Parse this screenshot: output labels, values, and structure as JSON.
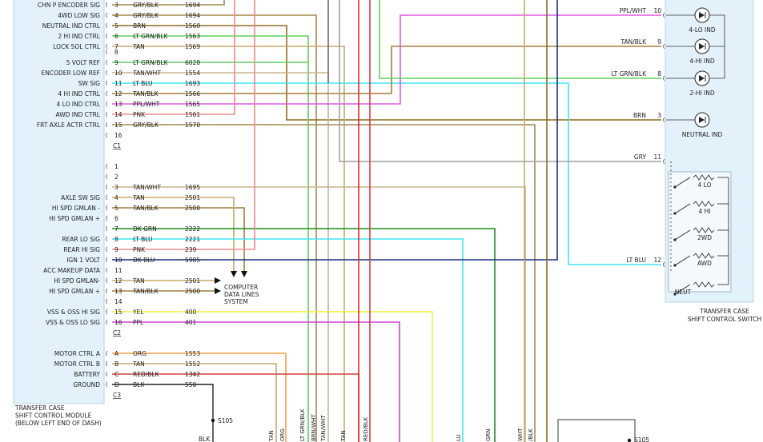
{
  "module": {
    "title_lines": [
      "TRANSFER CASE",
      "SHIFT CONTROL MODULE",
      "(BELOW LEFT END OF DASH)"
    ],
    "connectors": [
      "C1",
      "C2",
      "C3"
    ],
    "pins": [
      {
        "label": "CHN P ENCODER SIG",
        "pin": "3",
        "color": "GRY/BLK",
        "circuit": "1694"
      },
      {
        "label": "4WD LOW SIG",
        "pin": "4",
        "color": "GRY/BLK",
        "circuit": "1694"
      },
      {
        "label": "NEUTRAL IND CTRL",
        "pin": "5",
        "color": "BRN",
        "circuit": "1560"
      },
      {
        "label": "2 HI IND CTRL",
        "pin": "6",
        "color": "LT GRN/BLK",
        "circuit": "1563"
      },
      {
        "label": "LOCK SOL CTRL",
        "pin": "7",
        "color": "TAN",
        "circuit": "1569"
      },
      {
        "label": "",
        "pin": "8",
        "color": "",
        "circuit": ""
      },
      {
        "label": "5 VOLT REF",
        "pin": "9",
        "color": "LT GRN/BLK",
        "circuit": "6028"
      },
      {
        "label": "ENCODER LOW REF",
        "pin": "10",
        "color": "TAN/WHT",
        "circuit": "1554"
      },
      {
        "label": "SW SIG",
        "pin": "11",
        "color": "LT BLU",
        "circuit": "1693"
      },
      {
        "label": "4 HI IND CTRL",
        "pin": "12",
        "color": "TAN/BLK",
        "circuit": "1566"
      },
      {
        "label": "4 LO IND CTRL",
        "pin": "13",
        "color": "PPL/WHT",
        "circuit": "1565"
      },
      {
        "label": "AWD IND CTRL",
        "pin": "14",
        "color": "PNK",
        "circuit": "1561"
      },
      {
        "label": "FRT AXLE ACTR CTRL",
        "pin": "15",
        "color": "GRY/BLK",
        "circuit": "1570"
      },
      {
        "label": "",
        "pin": "16",
        "color": "",
        "circuit": ""
      },
      {
        "label": "",
        "pin": "C1",
        "color": "",
        "circuit": ""
      },
      {
        "label": "",
        "pin": "1",
        "color": "",
        "circuit": ""
      },
      {
        "label": "",
        "pin": "2",
        "color": "",
        "circuit": ""
      },
      {
        "label": "",
        "pin": "3",
        "color": "TAN/WHT",
        "circuit": "1695"
      },
      {
        "label": "AXLE SW SIG",
        "pin": "4",
        "color": "TAN",
        "circuit": "2501"
      },
      {
        "label": "HI SPD GMLAN -",
        "pin": "5",
        "color": "TAN/BLK",
        "circuit": "2500"
      },
      {
        "label": "HI SPD GMLAN +",
        "pin": "6",
        "color": "",
        "circuit": ""
      },
      {
        "label": "",
        "pin": "7",
        "color": "DK GRN",
        "circuit": "2222"
      },
      {
        "label": "REAR LO SIG",
        "pin": "8",
        "color": "LT BLU",
        "circuit": "2221"
      },
      {
        "label": "REAR HI SIG",
        "pin": "9",
        "color": "PNK",
        "circuit": "239"
      },
      {
        "label": "IGN 1 VOLT",
        "pin": "10",
        "color": "DK BLU",
        "circuit": "5985"
      },
      {
        "label": "ACC MAKEUP DATA",
        "pin": "11",
        "color": "",
        "circuit": ""
      },
      {
        "label": "HI SPD GMLAN-",
        "pin": "12",
        "color": "TAN",
        "circuit": "2501"
      },
      {
        "label": "HI SPD GMLAN +",
        "pin": "13",
        "color": "TAN/BLK",
        "circuit": "2500"
      },
      {
        "label": "",
        "pin": "14",
        "color": "",
        "circuit": ""
      },
      {
        "label": "VSS & OSS HI SIG",
        "pin": "15",
        "color": "YEL",
        "circuit": "400"
      },
      {
        "label": "VSS & OSS LO SIG",
        "pin": "16",
        "color": "PPL",
        "circuit": "401"
      },
      {
        "label": "",
        "pin": "C2",
        "color": "",
        "circuit": ""
      },
      {
        "label": "MOTOR CTRL A",
        "pin": "A",
        "color": "ORG",
        "circuit": "1553"
      },
      {
        "label": "MOTOR CTRL B",
        "pin": "B",
        "color": "TAN",
        "circuit": "1552"
      },
      {
        "label": "BATTERY",
        "pin": "C",
        "color": "RED/BLK",
        "circuit": "1342"
      },
      {
        "label": "GROUND",
        "pin": "D",
        "color": "BLK",
        "circuit": "550"
      },
      {
        "label": "",
        "pin": "C3",
        "color": "",
        "circuit": ""
      }
    ]
  },
  "computer_data_lines": [
    "COMPUTER",
    "DATA LINES",
    "SYSTEM"
  ],
  "splice_labels": [
    "S105",
    "S105",
    "BLK"
  ],
  "switch": {
    "title_lines": [
      "TRANSFER CASE",
      "SHIFT CONTROL SWITCH"
    ],
    "pins": [
      {
        "color": "PPL/WHT",
        "pin": "10"
      },
      {
        "color": "TAN/BLK",
        "pin": "9"
      },
      {
        "color": "LT GRN/BLK",
        "pin": "8"
      },
      {
        "color": "BRN",
        "pin": "3"
      },
      {
        "color": "GRY",
        "pin": "11"
      },
      {
        "color": "LT BLU",
        "pin": "12"
      }
    ],
    "indicators": [
      "4-LO IND",
      "4-HI IND",
      "2-HI IND",
      "NEUTRAL IND"
    ],
    "positions": [
      "4 LO",
      "4 HI",
      "2WD",
      "AWD",
      "NEUT"
    ]
  },
  "bottom_wire_labels": [
    "TAN",
    "ORG",
    "LT GRN/BLK",
    "BRN/WHT",
    "TAN/WHT",
    "TAN",
    "RED/BLK",
    "LU",
    "GRN",
    "WHT",
    "/BLK"
  ],
  "wire_colors": {
    "GRY/BLK": "#a68a4e",
    "BRN": "#8c6d1f",
    "LT GRN/BLK": "#5ed15b",
    "TAN": "#c9a86a",
    "TAN/WHT": "#c9b48e",
    "LT BLU": "#3fe6f0",
    "TAN/BLK": "#a37f3c",
    "PPL/WHT": "#e05ae0",
    "PNK": "#f08a8a",
    "GRY": "#a0a0a0",
    "DK GRN": "#1d8c1d",
    "DK BLU": "#1a2f80",
    "YEL": "#f0f03c",
    "PPL": "#d640d6",
    "ORG": "#f0a040",
    "RED/BLK": "#d04040",
    "BLK": "#222222",
    "RED": "#e02828",
    "DARK_GRY": "#6a6a6a"
  }
}
